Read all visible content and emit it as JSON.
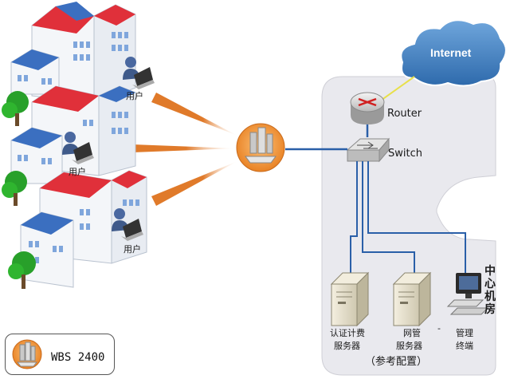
{
  "internet_label": "Internet",
  "router_label": "Router",
  "switch_label": "Switch",
  "user_label": "用户",
  "center_room_chars": [
    "中",
    "心",
    "机",
    "房"
  ],
  "auth_server_lines": [
    "认证计费",
    "服务器"
  ],
  "nms_server_lines": [
    "网管",
    "服务器"
  ],
  "terminal_lines": [
    "管理",
    "终端"
  ],
  "config_caption": "（参考配置）",
  "dash_mark": "-",
  "legend_label": "WBS  2400",
  "colors": {
    "cloud": "#3f7fbf",
    "roof_red": "#e0303a",
    "roof_blue": "#3b6fc0",
    "beam": "#e07a2a",
    "link_blue": "#2a5fa8",
    "link_yellow": "#e8e04a",
    "panel": "#e9e9ee"
  },
  "icons": {
    "wbs": "wbs-2400-device-icon",
    "router": "router-icon",
    "switch": "switch-icon",
    "server": "server-icon",
    "terminal": "desktop-terminal-icon",
    "user": "laptop-user-icon",
    "tree": "tree-icon",
    "building": "building-icon",
    "cloud": "internet-cloud-icon"
  }
}
